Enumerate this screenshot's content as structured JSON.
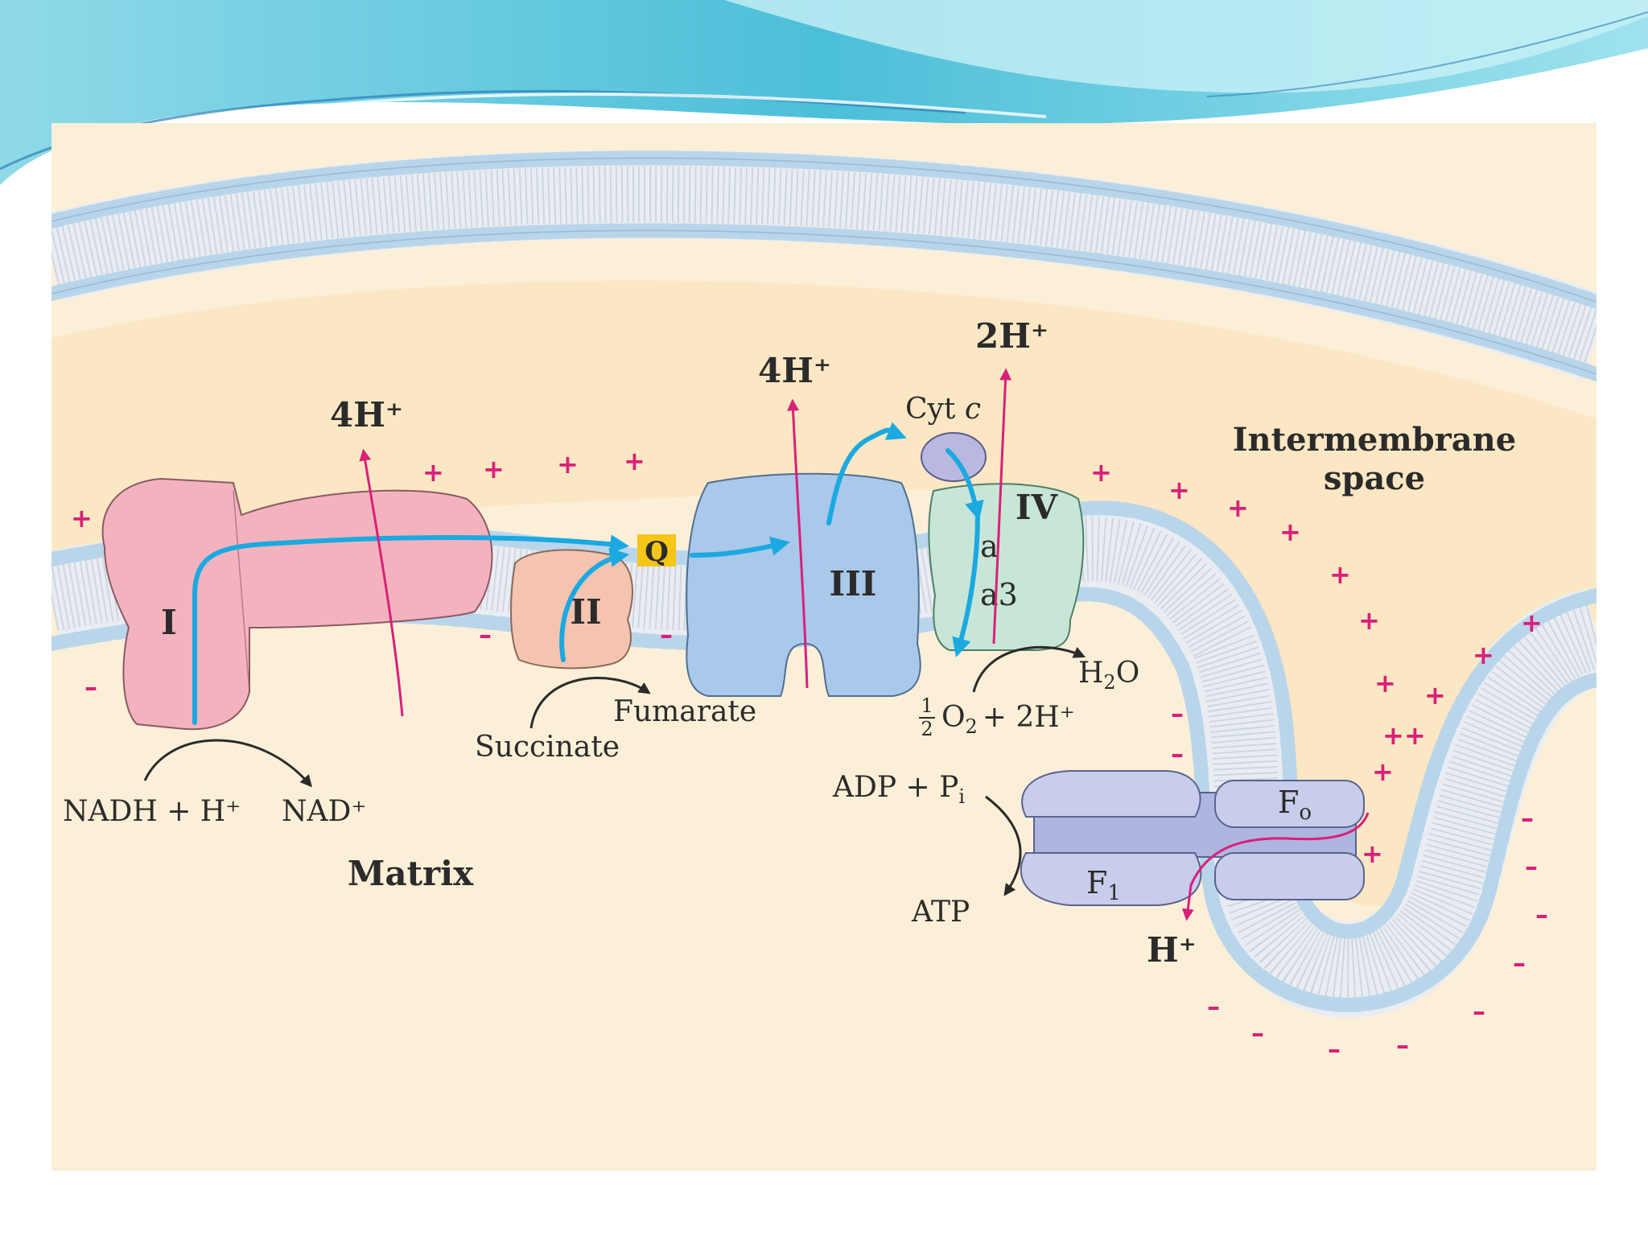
{
  "colors": {
    "slide_wave": "#4fc3d8",
    "panel_bg": "#fcefd8",
    "membrane_head": "#b9d5ea",
    "complex_I": "#f3b3be",
    "complex_II": "#f5c4b0",
    "complex_III": "#a9c8ea",
    "complex_IV": "#c8e6d6",
    "atp_synthase": "#c7cdea",
    "electron_arrow": "#1aa9e0",
    "proton_arrow": "#d9207a",
    "q_box": "#f5c518"
  },
  "labels": {
    "complex_I": "I",
    "complex_II": "II",
    "complex_III": "III",
    "complex_IV": "IV",
    "q": "Q",
    "cyt_c": "Cyt",
    "cyt_c_italic": "c",
    "a": "a",
    "a3": "a3",
    "h_I": "4H⁺",
    "h_III": "4H⁺",
    "h_IV": "2H⁺",
    "h_atp": "H⁺",
    "intermembrane_1": "Intermembrane",
    "intermembrane_2": "space",
    "matrix": "Matrix",
    "nadh": "NADH + H⁺",
    "nad": "NAD⁺",
    "succinate": "Succinate",
    "fumarate": "Fumarate",
    "h2o_h": "H",
    "h2o_2": "2",
    "h2o_o": "O",
    "half_num": "1",
    "half_den": "2",
    "o2": "O",
    "o2_sub": "2",
    "o2_rest": "+ 2H⁺",
    "adp": "ADP + P",
    "adp_sub": "i",
    "atp": "ATP",
    "fo": "F",
    "fo_sub": "o",
    "f1": "F",
    "f1_sub": "1",
    "plus": "+",
    "minus": "–"
  }
}
